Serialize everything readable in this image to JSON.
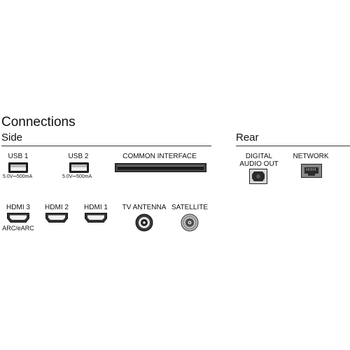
{
  "title": "Connections",
  "sections": {
    "side": "Side",
    "rear": "Rear"
  },
  "ports": {
    "usb1": {
      "label": "USB 1",
      "sub": "5.0V⎓500mA",
      "icon": "usb-port-icon"
    },
    "usb2": {
      "label": "USB 2",
      "sub": "5.0V⎓500mA",
      "icon": "usb-port-icon"
    },
    "ci": {
      "label": "COMMON INTERFACE",
      "icon": "common-interface-slot-icon"
    },
    "digital_audio": {
      "label_line1": "DIGITAL",
      "label_line2": "AUDIO OUT",
      "icon": "optical-audio-port-icon"
    },
    "network": {
      "label": "NETWORK",
      "icon": "ethernet-port-icon"
    },
    "hdmi3": {
      "label": "HDMI 3",
      "sub": "ARC/eARC",
      "icon": "hdmi-port-icon"
    },
    "hdmi2": {
      "label": "HDMI 2",
      "icon": "hdmi-port-icon"
    },
    "hdmi1": {
      "label": "HDMI 1",
      "icon": "hdmi-port-icon"
    },
    "tv_antenna": {
      "label": "TV ANTENNA",
      "icon": "antenna-port-icon"
    },
    "satellite": {
      "label": "SATELLITE",
      "icon": "satellite-port-icon"
    }
  }
}
